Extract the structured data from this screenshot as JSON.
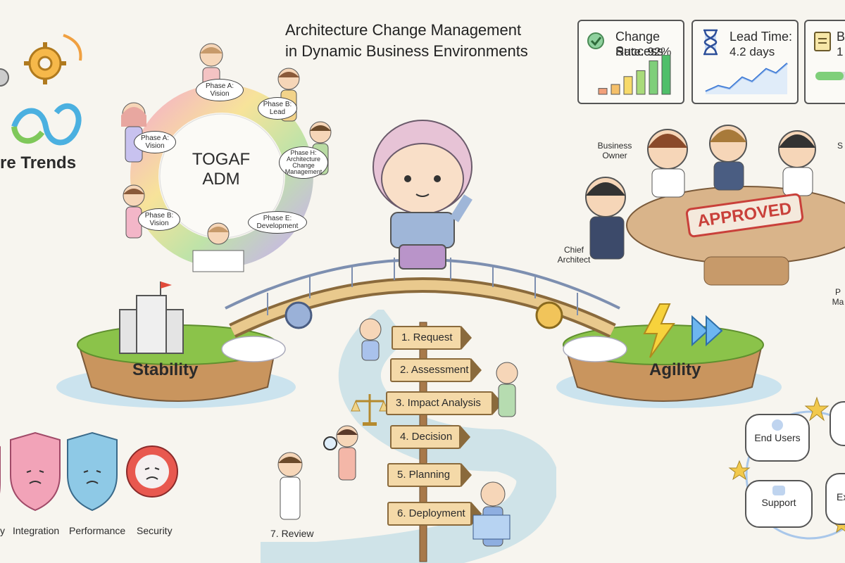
{
  "title": {
    "line1": "Architecture Change Management",
    "line2": "in Dynamic Business Environments"
  },
  "kpis": [
    {
      "label": "Change Success",
      "value": "Rate: 92%",
      "chart": "bar",
      "bars": [
        0.15,
        0.25,
        0.45,
        0.6,
        0.85,
        1.0
      ]
    },
    {
      "label": "Lead Time:",
      "value": "4.2 days",
      "chart": "line"
    },
    {
      "label": "B",
      "value": "1",
      "chart": "progress",
      "progress": 0.8
    }
  ],
  "trends_label": "re Trends",
  "adm": {
    "center_line1": "TOGAF",
    "center_line2": "ADM",
    "phases": [
      {
        "text": "Phase A:\nVision"
      },
      {
        "text": "Phase B:\nLead"
      },
      {
        "text": "Phase H:\nArchitecture\nChange\nManagement"
      },
      {
        "text": "Phase E:\nDevelopment"
      },
      {
        "text": "Phase B:\nVision"
      },
      {
        "text": "Phase A:\nVision"
      }
    ]
  },
  "islands": {
    "left": "Stability",
    "right": "Agility"
  },
  "steps": [
    {
      "label": "1. Request"
    },
    {
      "label": "2. Assessment"
    },
    {
      "label": "3. Impact Analysis"
    },
    {
      "label": "4. Decision"
    },
    {
      "label": "5. Planning"
    },
    {
      "label": "6. Deployment"
    }
  ],
  "review_label": "7. Review",
  "meeting": {
    "stamp": "APPROVED",
    "business_owner": "Business\nOwner",
    "chief_architect": "Chief\nArchitect",
    "right_s": "S",
    "right_p": "P\nMa"
  },
  "risks": [
    {
      "label": "y",
      "color": "#e88aa8"
    },
    {
      "label": "Integration",
      "color": "#f2a3b8"
    },
    {
      "label": "Performance",
      "color": "#8ec9e6"
    },
    {
      "label": "Security",
      "color": "#e8584f"
    }
  ],
  "stakeholders": [
    {
      "label": "End Users"
    },
    {
      "label": "Support"
    },
    {
      "label": "Ex"
    }
  ],
  "colors": {
    "background": "#f7f5ef",
    "grass": "#8bc34a",
    "water": "#a8d4ec",
    "sign_wood": "#f4d9a8"
  }
}
